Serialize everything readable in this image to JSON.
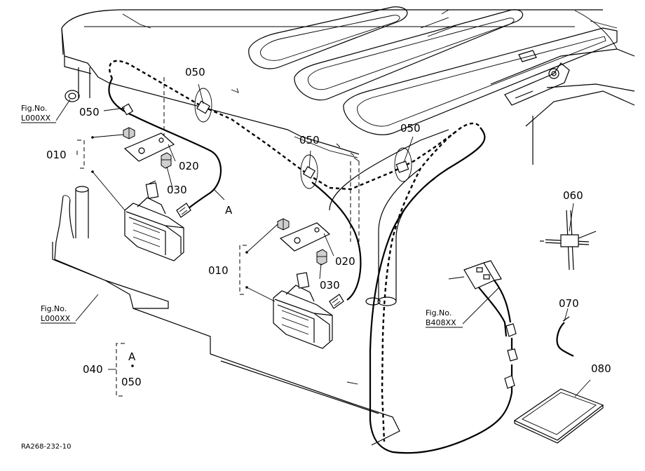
{
  "labels": {
    "p050_a": "050",
    "p050_b": "050",
    "p050_c": "050",
    "p050_d": "050",
    "p050_e": "050",
    "p010_a": "010",
    "p010_b": "010",
    "p020_a": "020",
    "p020_b": "020",
    "p030_a": "030",
    "p030_b": "030",
    "p060": "060",
    "p070": "070",
    "p080": "080",
    "p040": "040",
    "a_wire": "A",
    "a_group": "A"
  },
  "fig_refs": {
    "ref1_label": "Fig.No.",
    "ref1_code": "L000XX",
    "ref2_label": "Fig.No.",
    "ref2_code": "L000XX",
    "ref3_label": "Fig.No.",
    "ref3_code": "B408XX"
  },
  "drawing_code": "RA268-232-10"
}
